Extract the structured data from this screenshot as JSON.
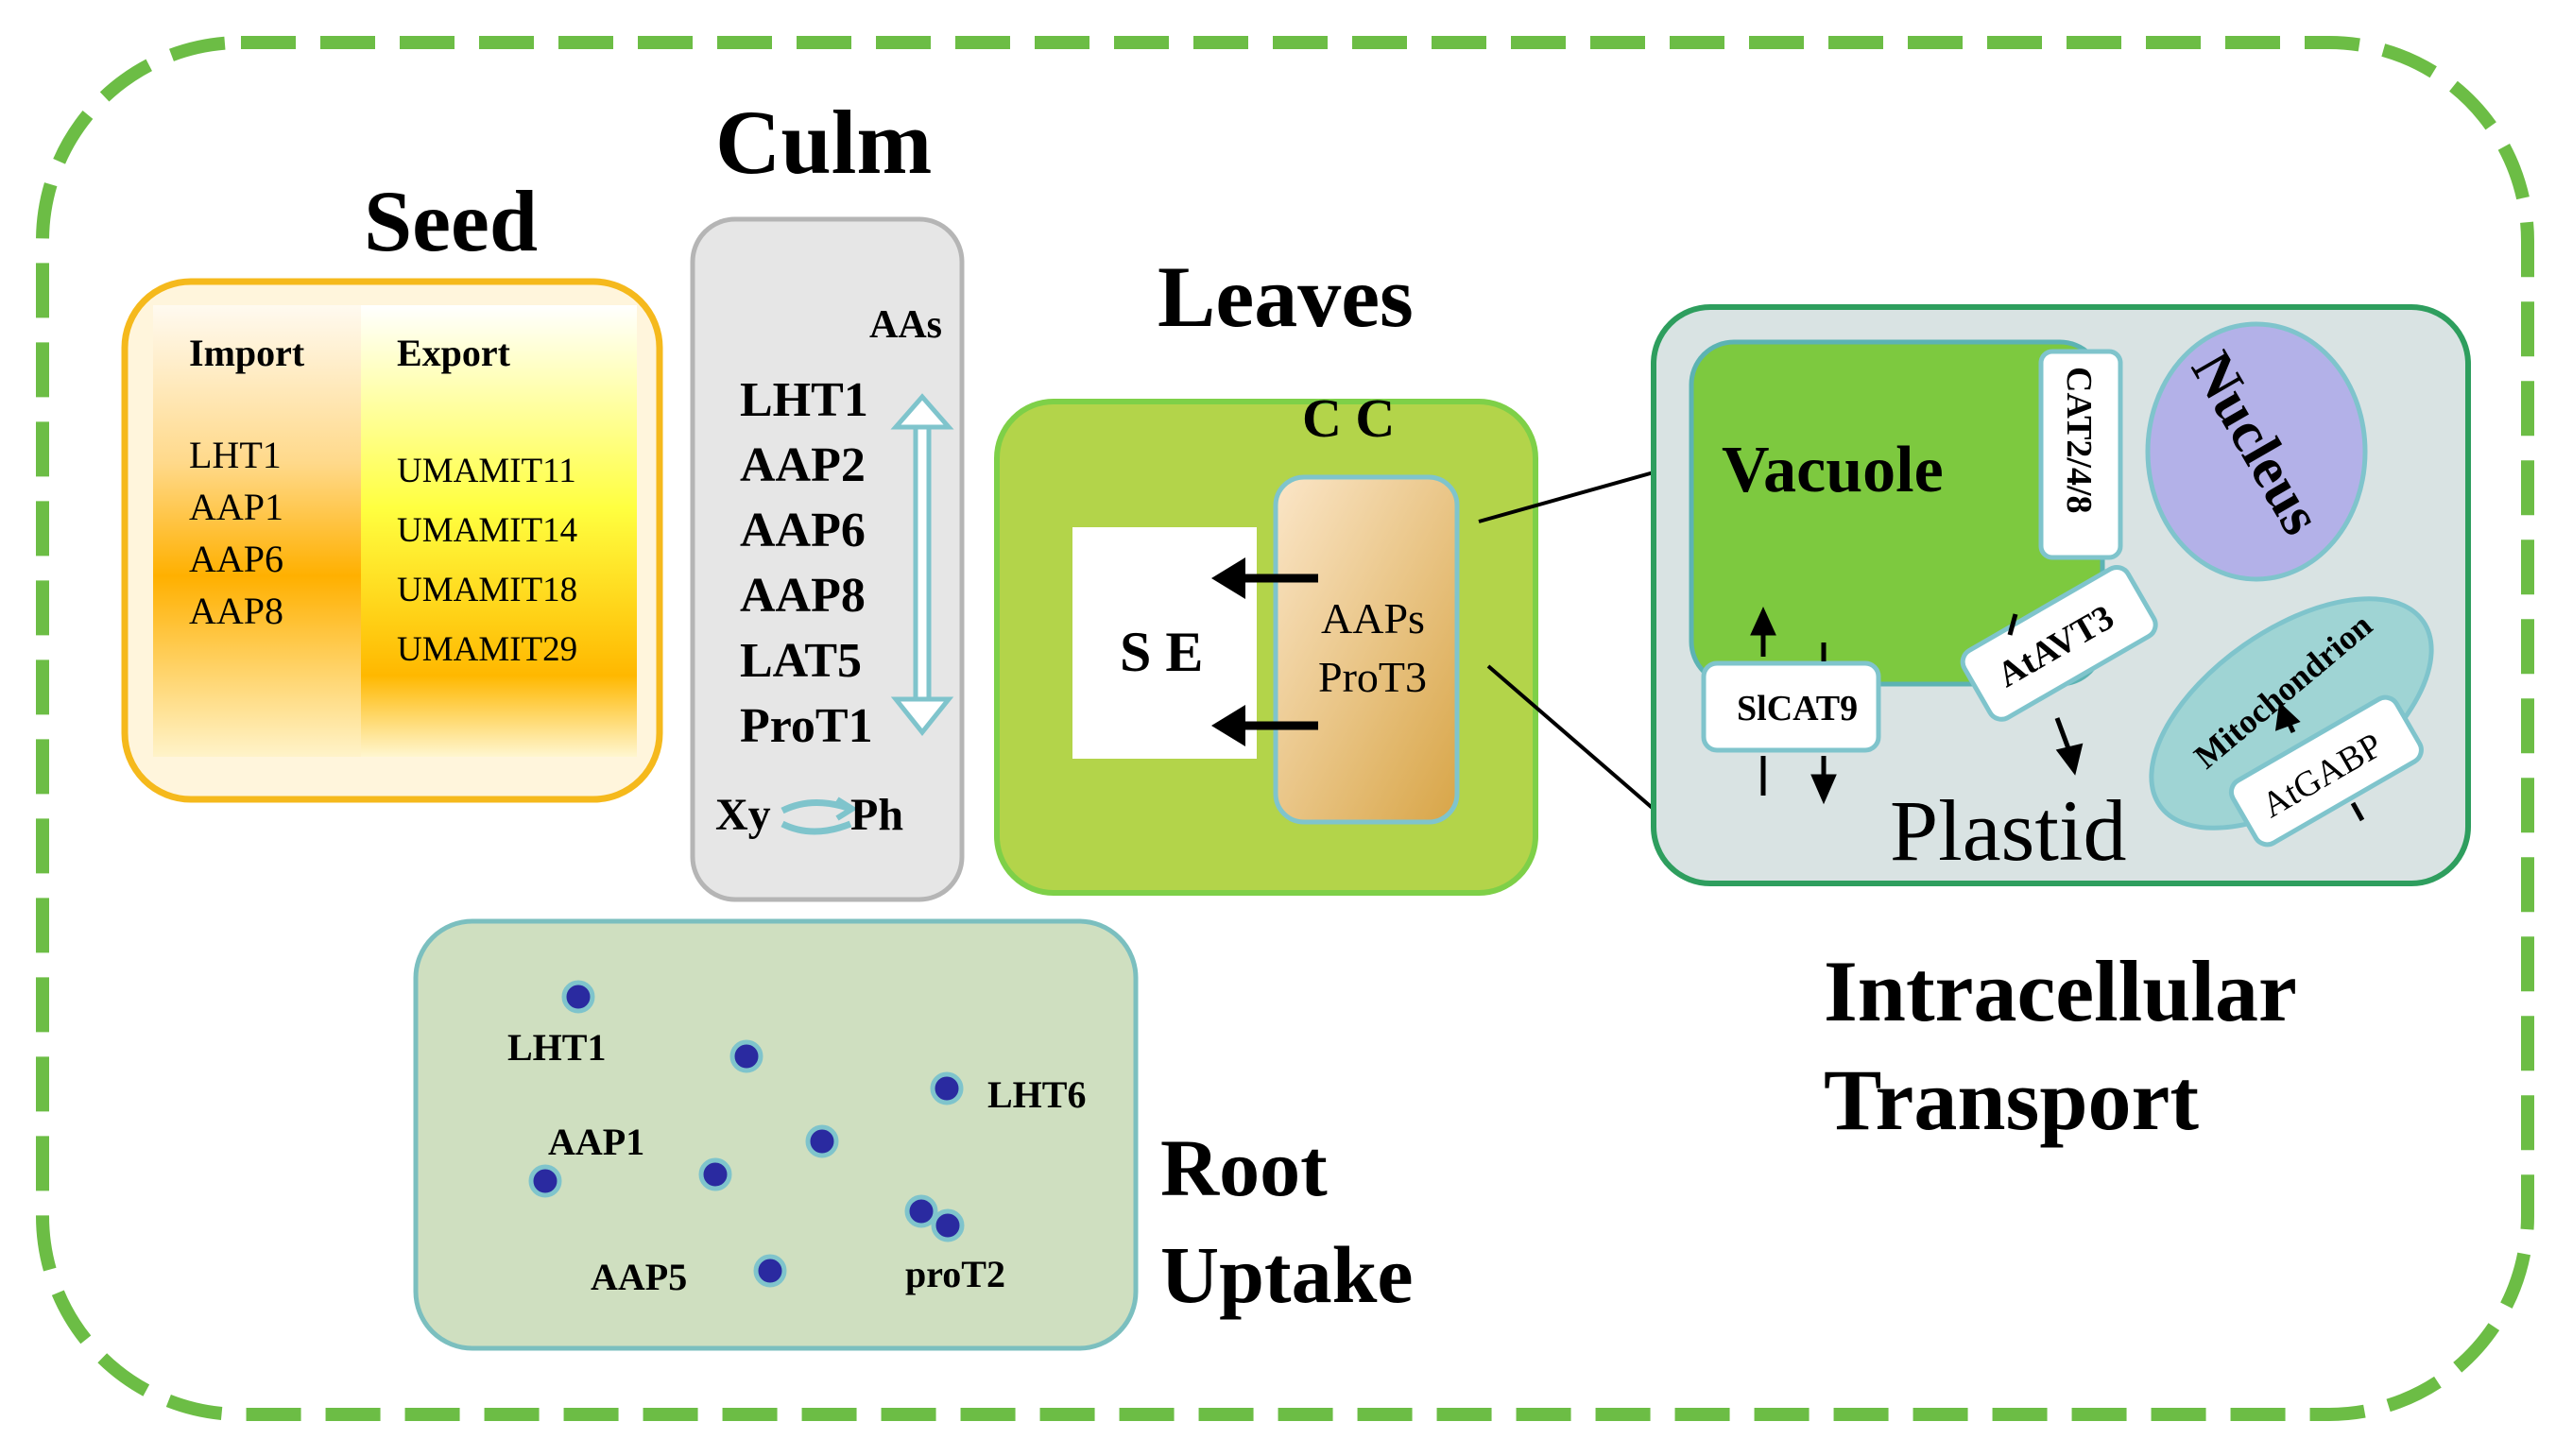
{
  "seed": {
    "title": "Seed",
    "import_header": "Import",
    "export_header": "Export",
    "import_items": [
      "LHT1",
      "AAP1",
      "AAP6",
      "AAP8"
    ],
    "export_items": [
      "UMAMIT11",
      "UMAMIT14",
      "UMAMIT18",
      "UMAMIT29"
    ]
  },
  "culm": {
    "title": "Culm",
    "aas_label": "AAs",
    "transporters": [
      "LHT1",
      "AAP2",
      "AAP6",
      "AAP8",
      "LAT5",
      "ProT1"
    ],
    "xylem_label": "Xy",
    "phloem_label": "Ph"
  },
  "leaves": {
    "title": "Leaves",
    "cc_label": "C C",
    "se_label": "S E",
    "transporters": [
      "AAPs",
      "ProT3"
    ]
  },
  "intracellular": {
    "title_line1": "Intracellular",
    "title_line2": "Transport",
    "vacuole_label": "Vacuole",
    "nucleus_label": "Nucleus",
    "plastid_label": "Plastid",
    "mitochondrion_label": "Mitochondrion",
    "transporters": {
      "cat": "CAT2/4/8",
      "slcat9": "SlCAT9",
      "atavt3": "AtAVT3",
      "atgabp": "AtGABP"
    }
  },
  "root": {
    "title_line1": "Root",
    "title_line2": "Uptake",
    "transporters": [
      "LHT1",
      "LHT6",
      "AAP1",
      "AAP5",
      "proT2"
    ]
  },
  "colors": {
    "outer_border": "#6cbd45",
    "seed_border": "#f5b91c",
    "culm_fill": "#e6e6e6",
    "leaf_fill": "#b3d44a",
    "leaf_border": "#7ed048",
    "intracellular_fill": "#d9e3e3",
    "intracellular_border": "#2e9e5e",
    "vacuole_fill": "#7dc93f",
    "nucleus_fill": "#b3b1e8",
    "mitochondrion_fill": "#9fd4d4",
    "root_fill": "#cfdfc0",
    "root_border": "#7bbfbf",
    "dot_fill": "#2a2aa0",
    "arrow_teal": "#7fc4cc"
  }
}
